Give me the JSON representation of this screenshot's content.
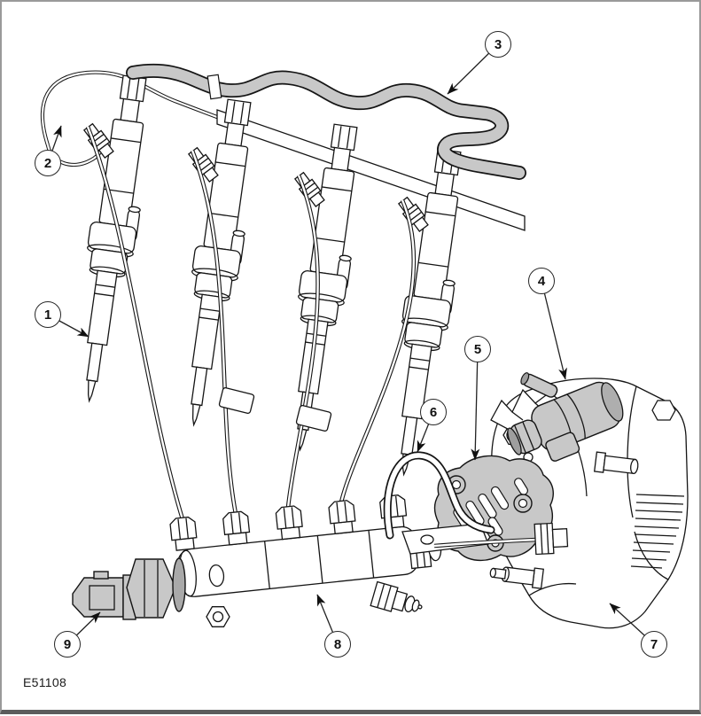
{
  "figure": {
    "code": "E51108",
    "kind": "fuel-injection-system-exploded-diagram"
  },
  "callouts": [
    {
      "id": 1,
      "label": "1"
    },
    {
      "id": 2,
      "label": "2"
    },
    {
      "id": 3,
      "label": "3"
    },
    {
      "id": 4,
      "label": "4"
    },
    {
      "id": 5,
      "label": "5"
    },
    {
      "id": 6,
      "label": "6"
    },
    {
      "id": 7,
      "label": "7"
    },
    {
      "id": 8,
      "label": "8"
    },
    {
      "id": 9,
      "label": "9"
    }
  ],
  "colors": {
    "background": "#ffffff",
    "line": "#151515",
    "shaded_part_fill": "#c8c8c8",
    "frame_border": "#9a9a9a",
    "frame_border_bottom": "#5c5c5c"
  }
}
